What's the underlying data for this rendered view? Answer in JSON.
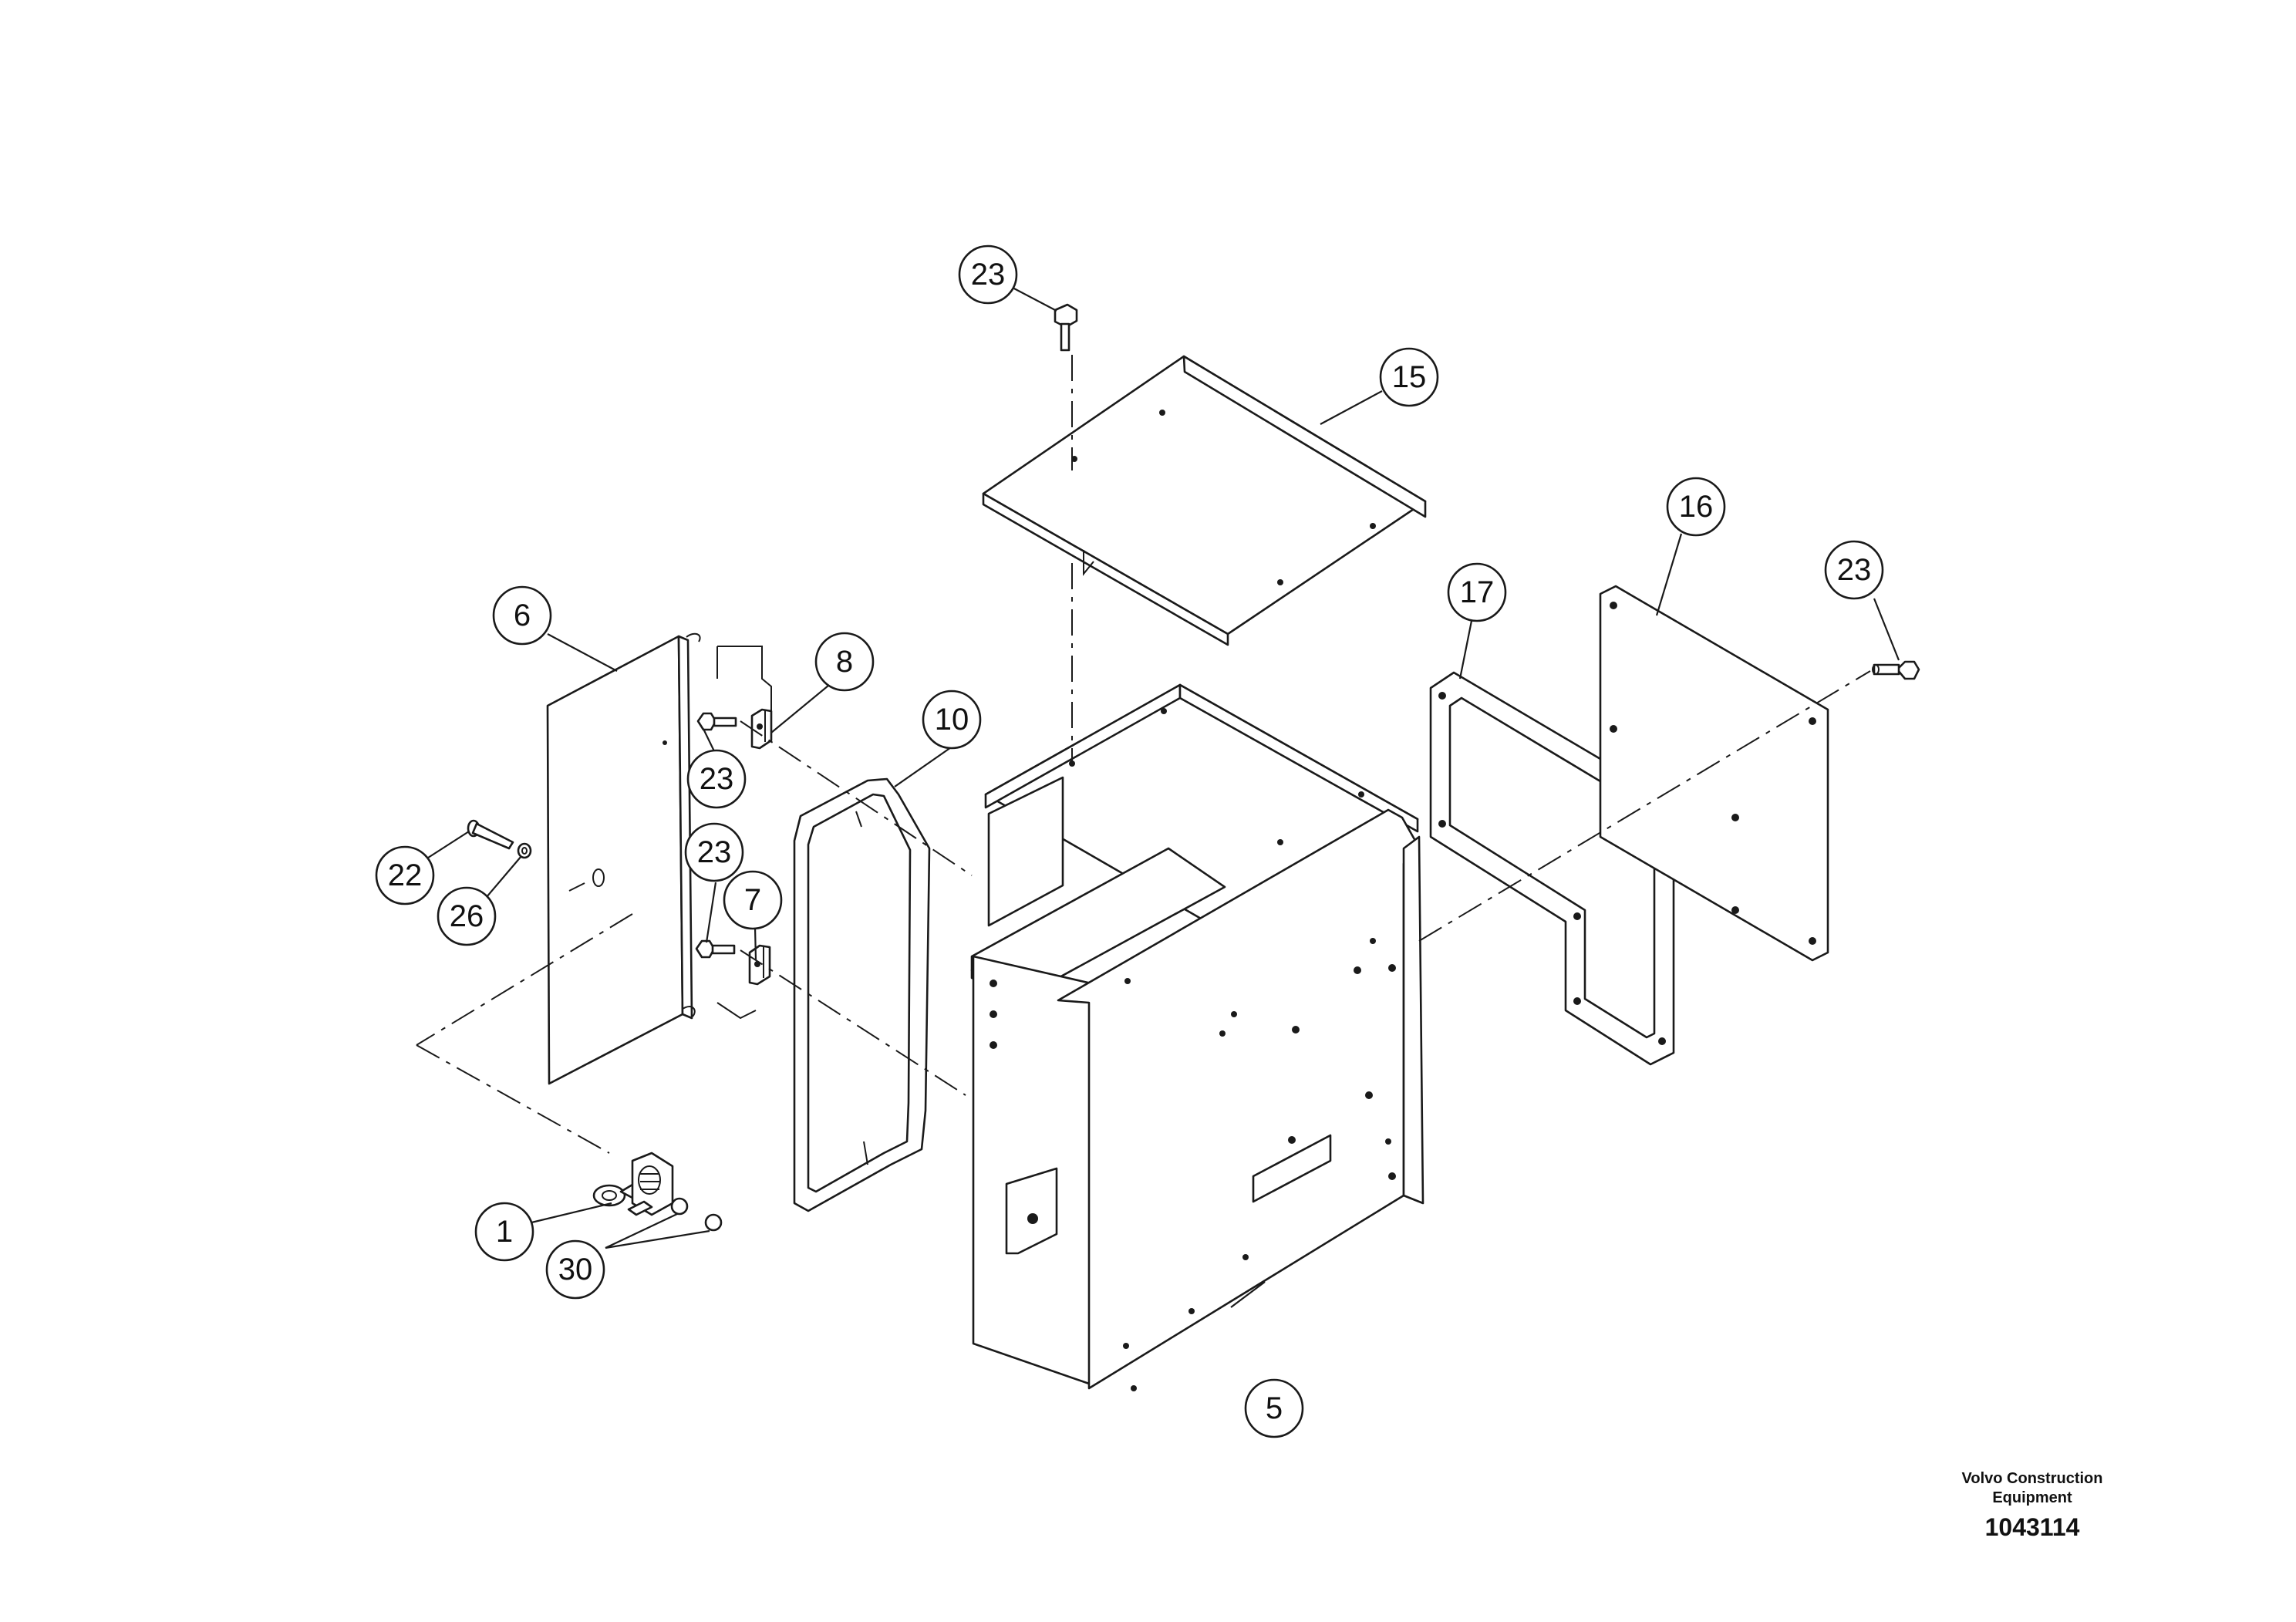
{
  "callouts": [
    {
      "id": "c23-top",
      "label": "23"
    },
    {
      "id": "c15",
      "label": "15"
    },
    {
      "id": "c16",
      "label": "16"
    },
    {
      "id": "c23-right",
      "label": "23"
    },
    {
      "id": "c17",
      "label": "17"
    },
    {
      "id": "c6",
      "label": "6"
    },
    {
      "id": "c8",
      "label": "8"
    },
    {
      "id": "c10",
      "label": "10"
    },
    {
      "id": "c23-mid-a",
      "label": "23"
    },
    {
      "id": "c23-mid-b",
      "label": "23"
    },
    {
      "id": "c7",
      "label": "7"
    },
    {
      "id": "c22",
      "label": "22"
    },
    {
      "id": "c26",
      "label": "26"
    },
    {
      "id": "c1",
      "label": "1"
    },
    {
      "id": "c30",
      "label": "30"
    },
    {
      "id": "c5",
      "label": "5"
    }
  ],
  "footer": {
    "maker_line1": "Volvo Construction",
    "maker_line2": "Equipment",
    "drawing_number": "1043114"
  }
}
